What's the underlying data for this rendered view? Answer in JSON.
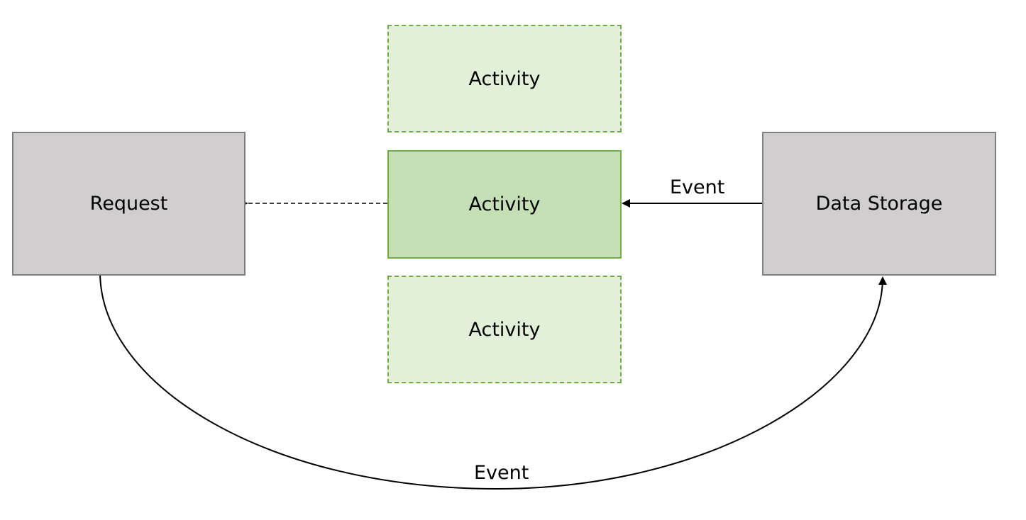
{
  "nodes": {
    "request": "Request",
    "data_storage": "Data Storage",
    "activity_top": "Activity",
    "activity_middle": "Activity",
    "activity_bottom": "Activity"
  },
  "edges": {
    "storage_to_activity": "Event",
    "request_to_storage": "Event"
  },
  "colors": {
    "gray_fill": "#d0cece",
    "gray_border": "#7f7f7f",
    "activity_fill": "#c5e0b4",
    "activity_faded_fill": "#e2f0d9",
    "activity_border": "#70ad47"
  }
}
